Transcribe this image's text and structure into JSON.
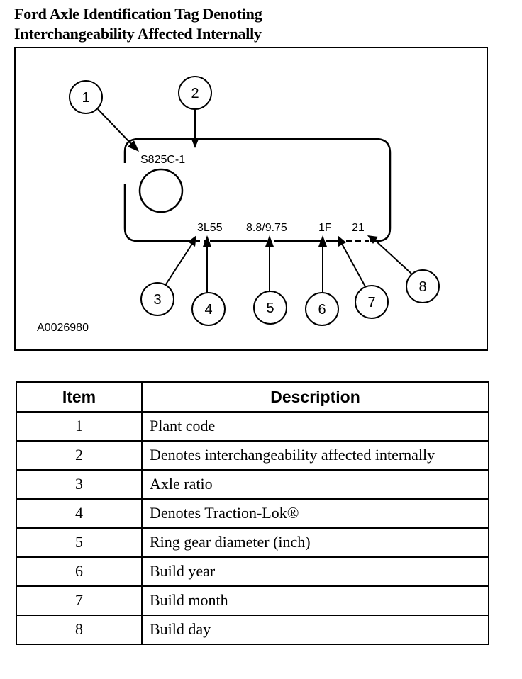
{
  "title": {
    "line1": "Ford Axle Identification Tag Denoting",
    "line2": "Interchangeability Affected Internally"
  },
  "diagram": {
    "figure_id": "A0026980",
    "tag_codes": {
      "plant": "S825C",
      "suffix": "-1",
      "axle": "3L55",
      "ring": "8.8/9.75",
      "yearmonth": "1F",
      "day": "21"
    },
    "callouts": [
      "1",
      "2",
      "3",
      "4",
      "5",
      "6",
      "7",
      "8"
    ]
  },
  "table": {
    "headers": {
      "item": "Item",
      "description": "Description"
    },
    "rows": [
      {
        "item": "1",
        "description": "Plant code"
      },
      {
        "item": "2",
        "description": "Denotes interchangeability affected internally"
      },
      {
        "item": "3",
        "description": "Axle ratio"
      },
      {
        "item": "4",
        "description": "Denotes Traction-Lok®"
      },
      {
        "item": "5",
        "description": "Ring gear diameter (inch)"
      },
      {
        "item": "6",
        "description": "Build year"
      },
      {
        "item": "7",
        "description": "Build month"
      },
      {
        "item": "8",
        "description": "Build day"
      }
    ]
  }
}
